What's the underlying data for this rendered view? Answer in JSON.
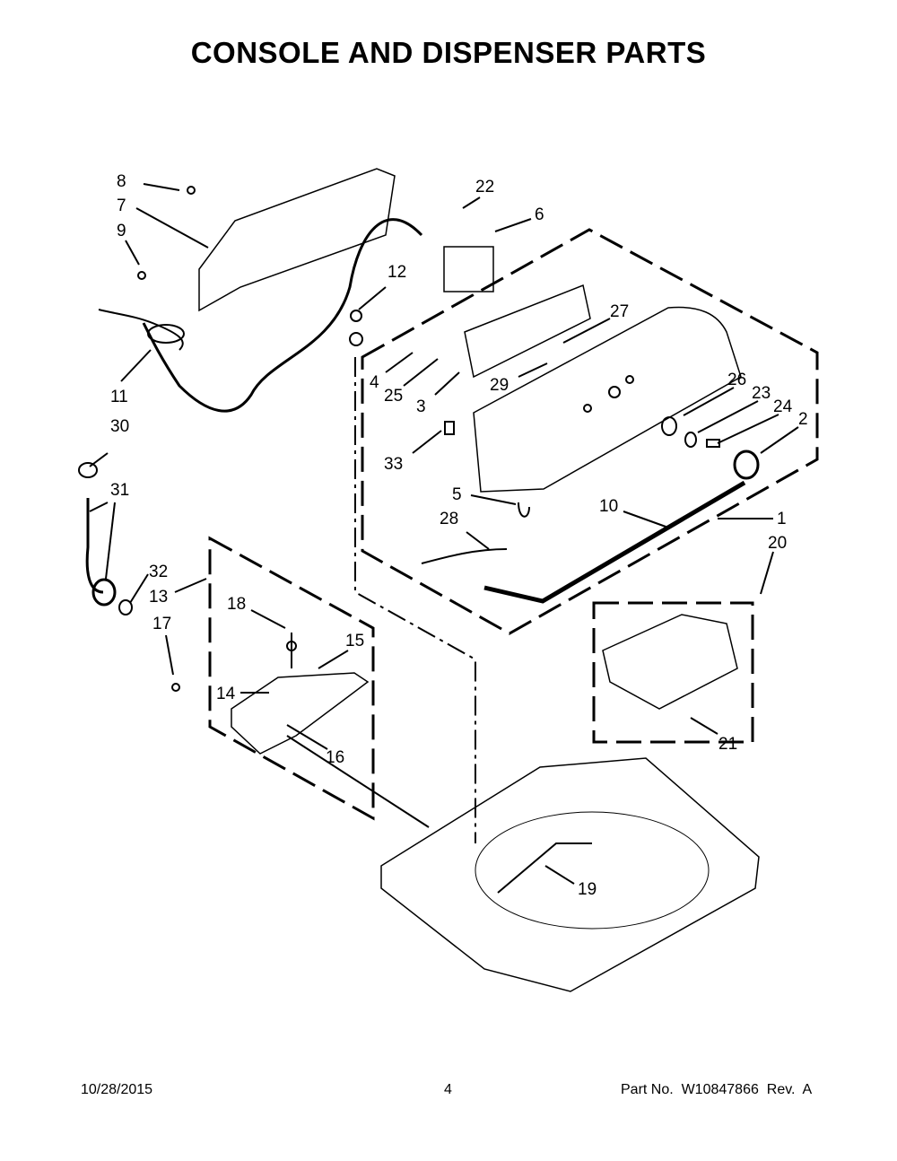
{
  "title": "CONSOLE AND DISPENSER PARTS",
  "callouts": {
    "c1": "1",
    "c2": "2",
    "c3": "3",
    "c4": "4",
    "c5": "5",
    "c6": "6",
    "c7": "7",
    "c8": "8",
    "c9": "9",
    "c10": "10",
    "c11": "11",
    "c12": "12",
    "c13": "13",
    "c14": "14",
    "c15": "15",
    "c16": "16",
    "c17": "17",
    "c18": "18",
    "c19": "19",
    "c20": "20",
    "c21": "21",
    "c22": "22",
    "c23": "23",
    "c24": "24",
    "c25": "25",
    "c26": "26",
    "c27": "27",
    "c28": "28",
    "c29": "29",
    "c30": "30",
    "c31": "31",
    "c32": "32",
    "c33": "33"
  },
  "footer": {
    "date": "10/28/2015",
    "page": "4",
    "part_no": "Part No.  W10847866  Rev.  A"
  }
}
